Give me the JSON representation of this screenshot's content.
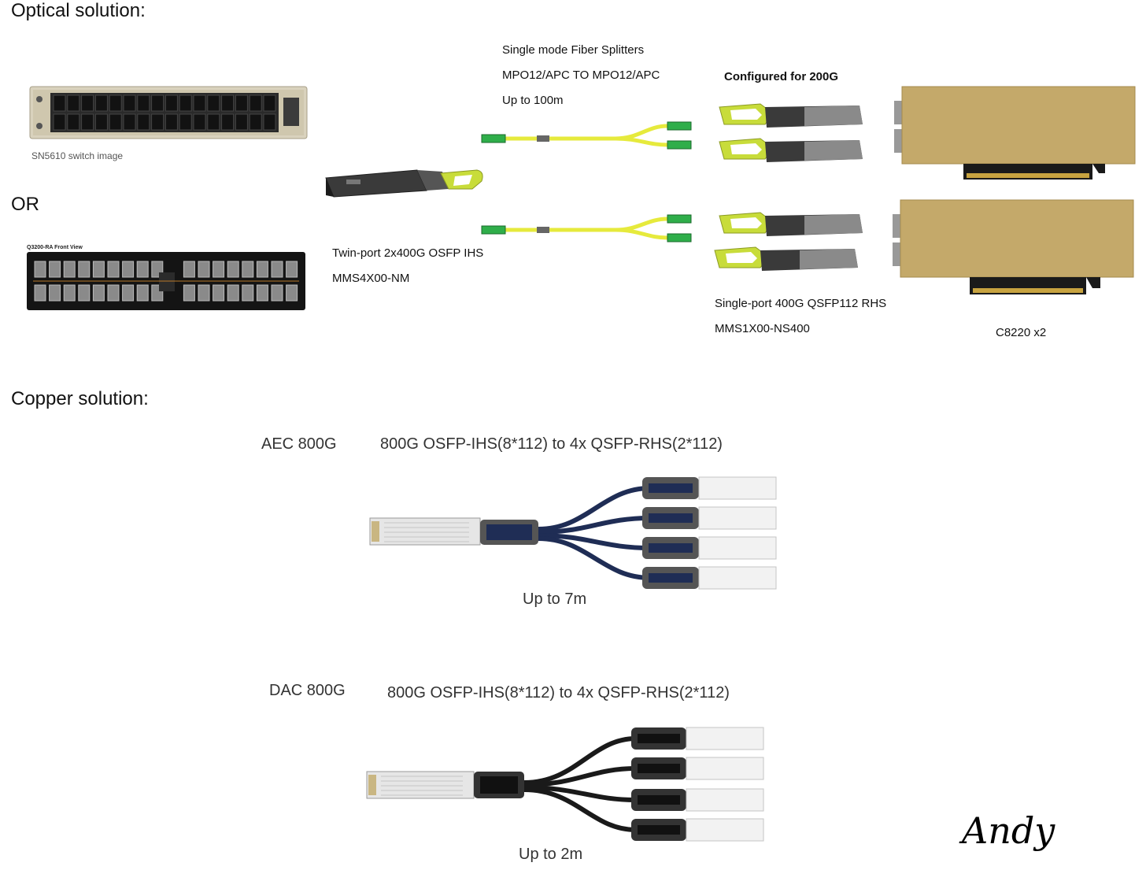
{
  "optical": {
    "title": "Optical solution:",
    "or_label": "OR",
    "switch_caption": "SN5610 switch image",
    "q3200_caption": "Q3200-RA Front View",
    "splitter": {
      "line1": "Single mode Fiber Splitters",
      "line2": "MPO12/APC TO MPO12/APC",
      "line3": "Up to 100m"
    },
    "twin_port": {
      "line1": "Twin-port 2x400G OSFP IHS",
      "line2": "MMS4X00-NM"
    },
    "configured": "Configured for 200G",
    "single_port": {
      "line1": "Single-port 400G QSFP112 RHS",
      "line2": "MMS1X00-NS400"
    },
    "nic_caption": "C8220 x2"
  },
  "copper": {
    "title": "Copper solution:",
    "aec": {
      "label": "AEC 800G",
      "desc": "800G OSFP-IHS(8*112) to 4x QSFP-RHS(2*112)",
      "length": "Up to 7m"
    },
    "dac": {
      "label": "DAC 800G",
      "desc": "800G OSFP-IHS(8*112) to 4x QSFP-RHS(2*112)",
      "length": "Up to 2m"
    }
  },
  "signature": "Andy",
  "colors": {
    "switch_bezel": "#d9d2bd",
    "fiber_yellow": "#e6ea3c",
    "mpo_green": "#2fae4a",
    "pull_tab": "#c8dc3a",
    "nic_gold": "#c4a96a",
    "aec_cable": "#1f2d55",
    "dac_cable": "#1a1a1a"
  }
}
